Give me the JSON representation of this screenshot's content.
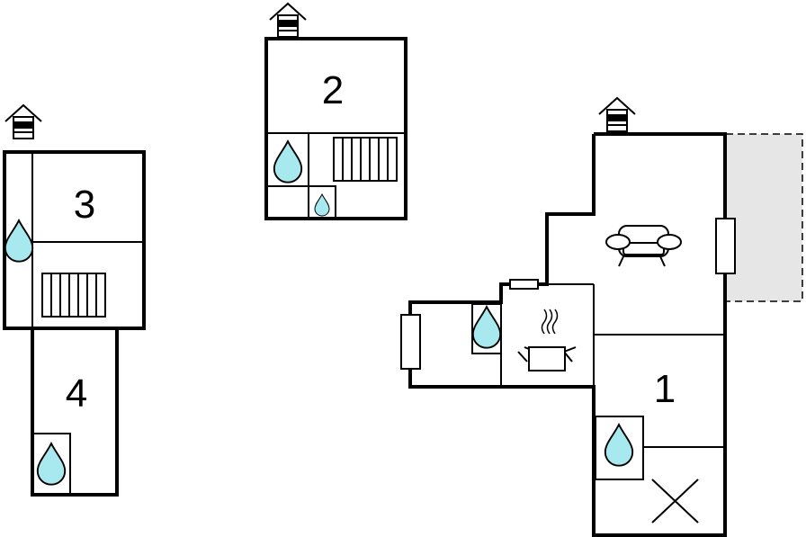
{
  "floor_plan": {
    "rooms": [
      {
        "number": "1"
      },
      {
        "number": "2"
      },
      {
        "number": "3"
      },
      {
        "number": "4"
      }
    ],
    "colors": {
      "wall": "#000000",
      "water": "#a7e9ee",
      "terrace": "#e6e6e6",
      "background": "#ffffff"
    },
    "icons": [
      "house-icon",
      "water-drop-icon",
      "radiator-icon",
      "sofa-icon",
      "cooking-pot-icon",
      "window-icon",
      "bed-cross-icon",
      "terrace-area"
    ]
  }
}
